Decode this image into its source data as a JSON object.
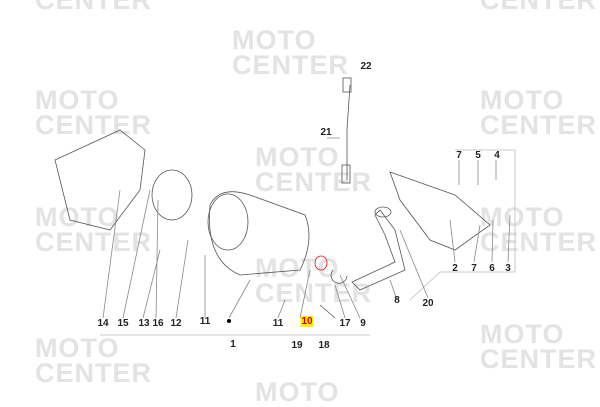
{
  "watermark": {
    "line1": "MOTO",
    "line2": "CENTER"
  },
  "labels": {
    "l22": "22",
    "l21": "21",
    "l7a": "7",
    "l5": "5",
    "l4": "4",
    "l2": "2",
    "l7b": "7",
    "l6": "6",
    "l3": "3",
    "l20": "20",
    "l8": "8",
    "l14a": "14",
    "l15": "15",
    "l13": "13",
    "l16": "16",
    "l12": "12",
    "l11a": "11",
    "l11b": "11",
    "l10": "10",
    "l17": "17",
    "l9": "9",
    "l19": "19",
    "l18": "18",
    "l1": "1"
  },
  "highlight_color": "#ff0000"
}
